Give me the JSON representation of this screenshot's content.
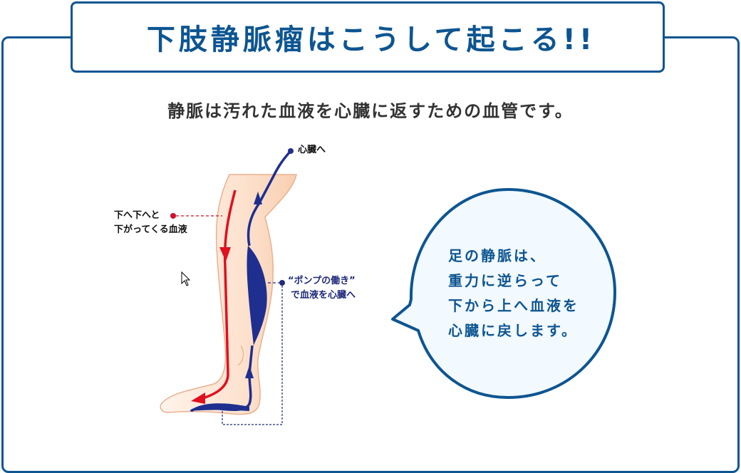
{
  "header": {
    "title": "下肢静脈瘤はこうして起こる!!"
  },
  "subtitle": "静脈は汚れた血液を心臓に返すための血管です。",
  "diagram": {
    "labels": {
      "to_heart": "心臓へ",
      "down_line1": "下へ下へと",
      "down_line2": "下がってくる血液",
      "pump_line1": "“ポンプの働き”",
      "pump_line2": "で血液を心臓へ"
    },
    "colors": {
      "skin": "#fbe0cc",
      "skin_outline": "#e9b08f",
      "artery_red": "#e0101e",
      "vein_blue": "#1f2f8f",
      "label_dot_red": "#d0102a",
      "label_dot_blue": "#1f2a7a"
    }
  },
  "bubble": {
    "lines": [
      "足の静脈は、",
      "重力に逆らって",
      "下から上へ血液を",
      "心臓に戻します。"
    ],
    "fill": "#f2f9ff",
    "stroke": "#0d5591"
  },
  "theme": {
    "accent": "#0d5591"
  }
}
